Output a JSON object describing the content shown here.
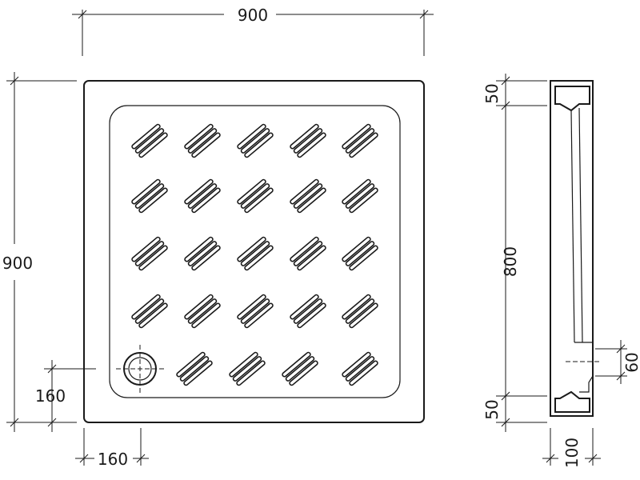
{
  "dimensions": {
    "top_width": "900",
    "left_height": "900",
    "drain_offset_y": "160",
    "drain_offset_x": "160",
    "side_top_rim": "50",
    "side_inner": "800",
    "side_bottom_rim": "50",
    "side_drain_height": "60",
    "side_depth": "100"
  },
  "grip_grid": {
    "columns": 5,
    "rows": 5,
    "drain_cell": "row5-col1"
  }
}
